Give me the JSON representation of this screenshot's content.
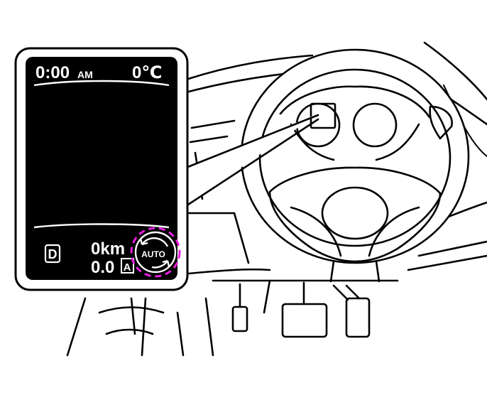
{
  "display": {
    "clock_time": "0:00",
    "clock_period": "AM",
    "temperature": "0℃",
    "gear": "D",
    "odometer": "0km",
    "trip_value": "0.0",
    "trip_label": "A"
  },
  "auto_button": {
    "label": "AUTO"
  },
  "colors": {
    "highlight": "#e81ee0",
    "screen": "#000000",
    "line": "#000000"
  }
}
